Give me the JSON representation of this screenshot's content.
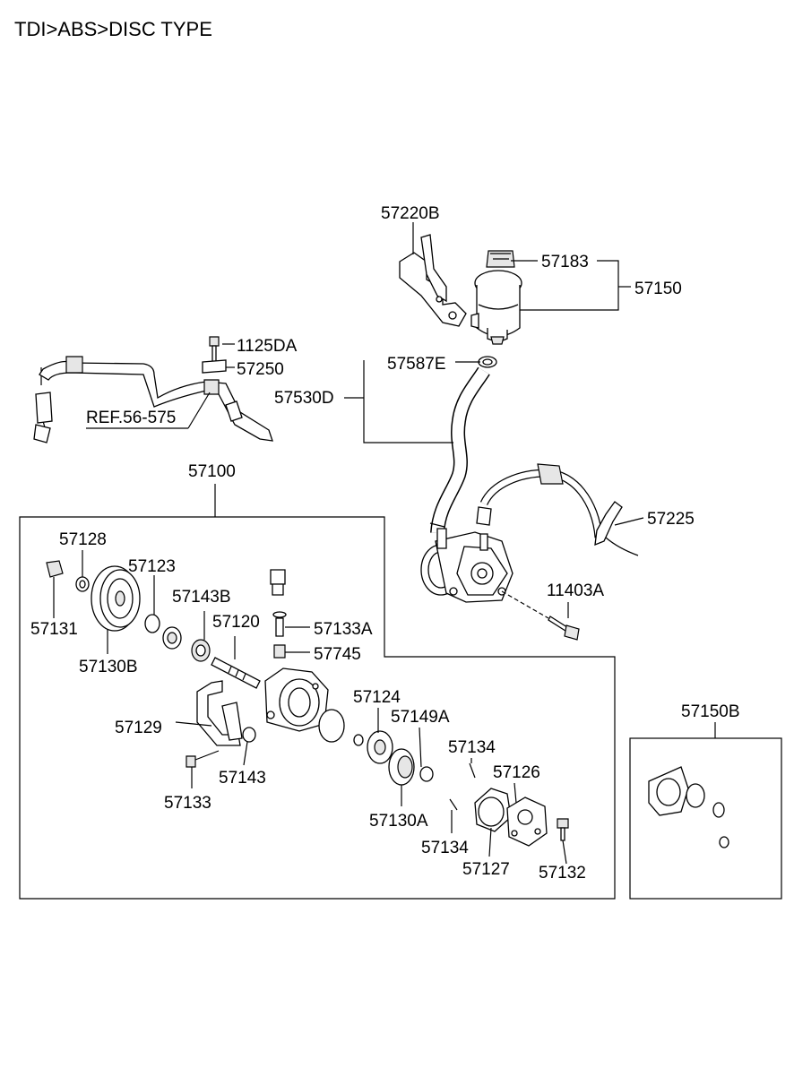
{
  "title": "TDI>ABS>DISC TYPE",
  "labels": {
    "l57220B": "57220B",
    "l57183": "57183",
    "l57150": "57150",
    "l1125DA": "1125DA",
    "l57250": "57250",
    "l57587E": "57587E",
    "l57530D": "57530D",
    "lref": "REF.56-575",
    "l57100": "57100",
    "l57225": "57225",
    "l57128": "57128",
    "l57123": "57123",
    "l57143B": "57143B",
    "l57131": "57131",
    "l57120": "57120",
    "l57133A": "57133A",
    "l11403A": "11403A",
    "l57130B": "57130B",
    "l57745": "57745",
    "l57124": "57124",
    "l57149A": "57149A",
    "l57129": "57129",
    "l57134a": "57134",
    "l57126": "57126",
    "l57143": "57143",
    "l57133": "57133",
    "l57130A": "57130A",
    "l57134b": "57134",
    "l57127": "57127",
    "l57132": "57132",
    "l57150B": "57150B"
  }
}
